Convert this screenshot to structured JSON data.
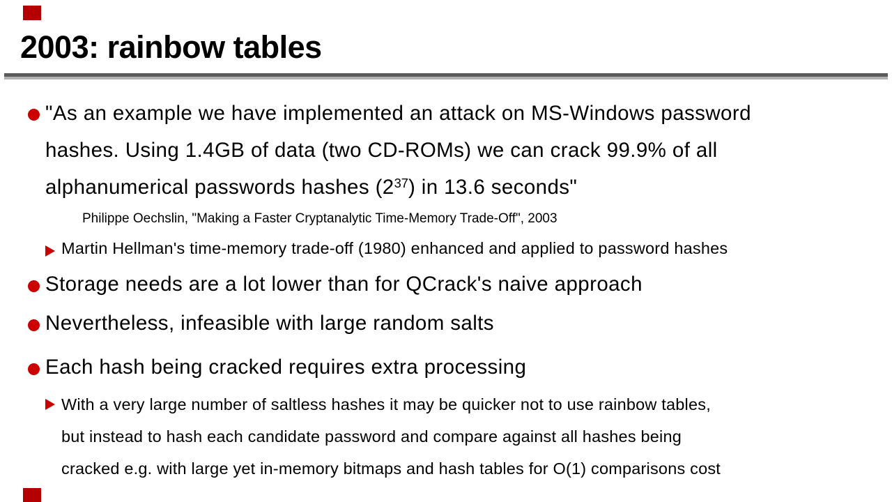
{
  "theme": {
    "accent_red": "#cc0000",
    "corner_red": "#b40000",
    "rule_dark": "#5a5a5a",
    "rule_light": "#b2b2b2",
    "background": "#ffffff",
    "text": "#000000"
  },
  "header": {
    "title": "2003: rainbow tables"
  },
  "content": {
    "bullet1": {
      "lines": [
        "\"As an example we have implemented an attack on MS-Windows password",
        "hashes. Using 1.4GB of data (two CD-ROMs) we can crack 99.9% of all"
      ],
      "line3_pre": "alphanumerical passwords hashes (2",
      "line3_sup": "37",
      "line3_post": ") in 13.6 seconds\""
    },
    "attribution": "Philippe Oechslin, \"Making a Faster Cryptanalytic Time-Memory Trade-Off\", 2003",
    "sub_bullet1": "Martin Hellman's time-memory trade-off (1980) enhanced and applied to password hashes",
    "bullet2": "Storage needs are a lot lower than for QCrack's naive approach",
    "bullet3": "Nevertheless, infeasible with large random salts",
    "bullet4": "Each hash being cracked requires extra processing",
    "sub_bullet2": {
      "lines": [
        "With a very large number of saltless hashes it may be quicker not to use rainbow tables,",
        "but instead to hash each candidate password and compare against all hashes being",
        "cracked e.g. with large yet in-memory bitmaps and hash tables for O(1) comparisons cost"
      ]
    }
  }
}
